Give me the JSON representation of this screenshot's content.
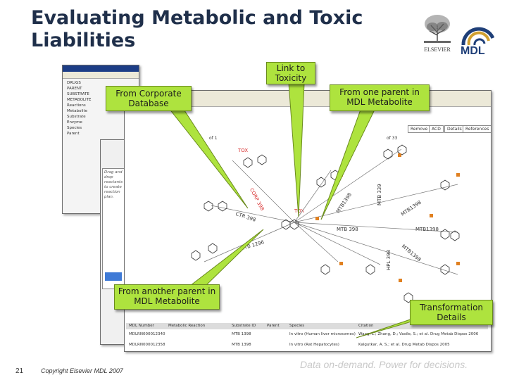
{
  "slide": {
    "title": "Evaluating Metabolic and Toxic Liabilities",
    "page_number": "21",
    "copyright": "Copyright Elsevier MDL 2007",
    "tagline": "Data on-demand. Power for decisions."
  },
  "logos": {
    "elsevier": "ELSEVIER",
    "mdl": "MDL"
  },
  "callouts": {
    "link_to_toxicity": "Link to Toxicity",
    "from_corporate": "From Corporate Database",
    "from_one_parent": "From one parent in MDL Metabolite",
    "from_another_parent": "From another parent in MDL Metabolite",
    "transformation_details": "Transformation Details"
  },
  "screenshot": {
    "tree_items": [
      "DRUGS",
      "PARENT",
      "SUBSTRATE",
      "METABOLITE",
      "Reactions",
      "Metabolite",
      "Substrate",
      "Enzyme",
      "Species",
      "Parent"
    ],
    "note": "Drag and drop reactants to create reaction plan.",
    "toolbar": {
      "of_label_1": "of 1",
      "of_label_2": "of 33",
      "buttons": [
        "Remove",
        "ACD",
        "Details",
        "References"
      ]
    },
    "labels": {
      "tox_top": "TOX",
      "tox_mid": "TOX",
      "mtb_398": "MTB 398",
      "mtb_1398": "MTB1398",
      "corp_398": "CORP 398",
      "mtb_1398_rot": "MTB1398",
      "mtb_1398_rot2": "MTB1398",
      "mtb_1398_rot3": "MTB1398",
      "mtb_339": "MTB 339",
      "hpl_398": "HPL 398",
      "ctr_398": "CTR 398",
      "mtb_1296": "MTB 1296"
    },
    "detail_columns": [
      "MDL Number",
      "Metabolic Reaction",
      "Substrate ID",
      "Parent",
      "Species",
      "Citation"
    ],
    "detail_rows": [
      [
        "MDLRN000012340",
        "",
        "MTB 1398",
        "",
        "In vitro (Human liver microsomes)",
        "Wang, L.; Zhang, D.; Vasile, S.; et al. Drug Metab Dispos 2006"
      ],
      [
        "MDLRN000012358",
        "",
        "MTB 1398",
        "",
        "In vitro (Rat Hepatocytes)",
        "Kalgutkar, A. S.; et al. Drug Metab Dispos 2005"
      ]
    ]
  },
  "colors": {
    "title": "#1f2f4a",
    "callout_fill": "#aee33e",
    "callout_border": "#6a8a1e",
    "tox_text": "#d83030"
  }
}
